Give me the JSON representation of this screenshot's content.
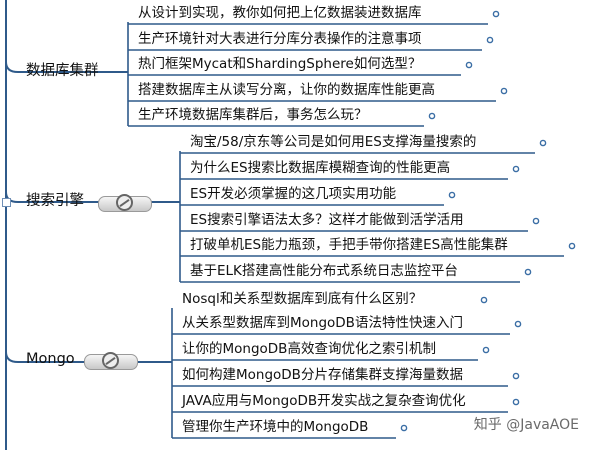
{
  "branches": [
    {
      "label": "数据库集群",
      "items": [
        "从设计到实现，教你如何把上亿数据装进数据库",
        "生产环境针对大表进行分库分表操作的注意事项",
        "热门框架Mycat和ShardingSphere如何选型？",
        "搭建数据库主从读写分离，让你的数据库性能更高",
        "生产环境数据库集群后，事务怎么玩？"
      ]
    },
    {
      "label": "搜索引擎",
      "items": [
        "淘宝/58/京东等公司是如何用ES支撑海量搜索的",
        "为什么ES搜索比数据库模糊查询的性能更高",
        "ES开发必须掌握的这几项实用功能",
        "ES搜索引擎语法太多？这样才能做到活学活用",
        "打破单机ES能力瓶颈，手把手带你搭建ES高性能集群",
        "基于ELK搭建高性能分布式系统日志监控平台"
      ]
    },
    {
      "label": "Mongo",
      "items": [
        "Nosql和关系型数据库到底有什么区别？",
        "从关系型数据库到MongoDB语法特性快速入门",
        "让你的MongoDB高效查询优化之索引机制",
        "如何构建MongoDB分片存储集群支撑海量数据",
        "JAVA应用与MongoDB开发实战之复杂查询优化",
        "管理你生产环境中的MongoDB"
      ]
    }
  ],
  "watermark": "知乎 @JavaAOE",
  "colors": {
    "line": "#2f5a8a",
    "bullet": "#3b6ea5"
  }
}
